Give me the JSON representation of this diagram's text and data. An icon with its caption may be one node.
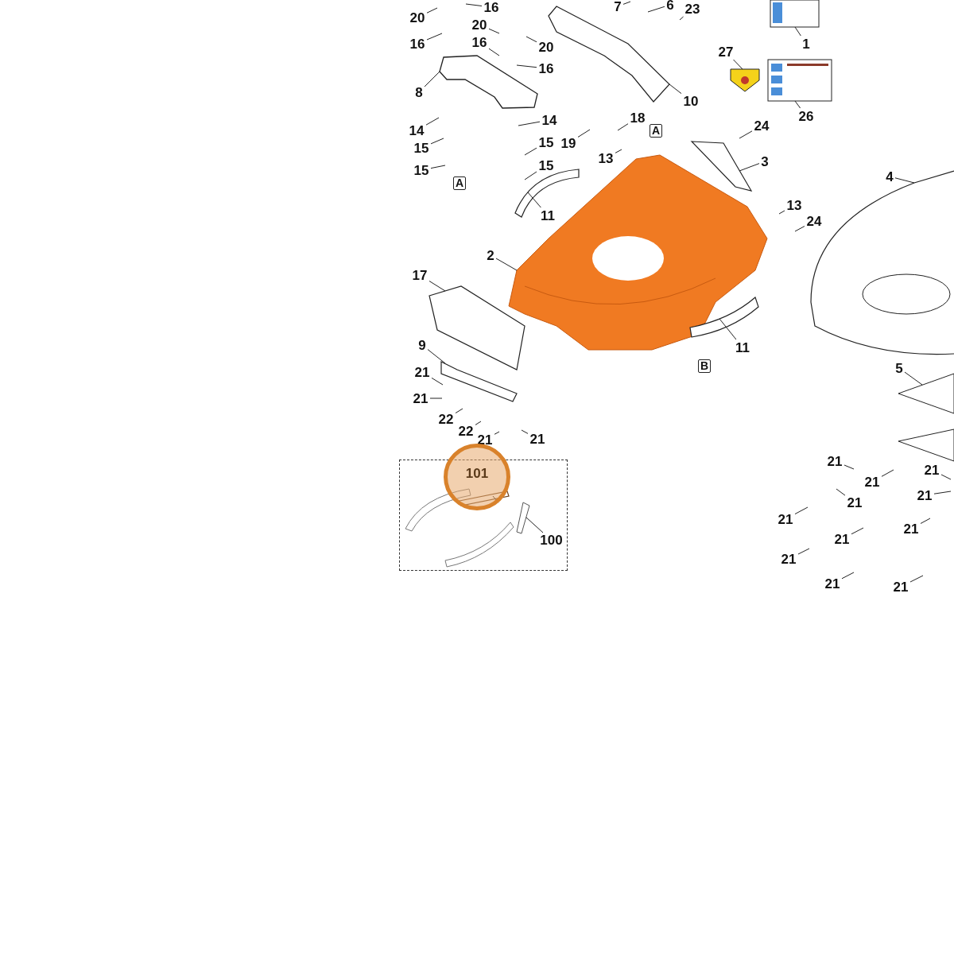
{
  "diagram": {
    "nodes": [
      {
        "text": [
          "20"
        ]
      },
      {
        "text": [
          "16"
        ]
      },
      {
        "text": [
          "7"
        ]
      },
      {
        "text": [
          "6"
        ]
      },
      {
        "text": [
          "23"
        ]
      },
      {
        "text": [
          "20"
        ]
      },
      {
        "text": [
          "16"
        ]
      },
      {
        "text": [
          "20"
        ]
      },
      {
        "text": [
          "16"
        ]
      },
      {
        "text": [
          "27"
        ]
      },
      {
        "text": [
          "1"
        ]
      },
      {
        "text": [
          "16"
        ]
      },
      {
        "text": [
          "8"
        ]
      },
      {
        "text": [
          "10"
        ]
      },
      {
        "text": [
          "26"
        ]
      },
      {
        "text": [
          "18"
        ]
      },
      {
        "text": [
          "14"
        ]
      },
      {
        "text": [
          "24"
        ]
      },
      {
        "text": [
          "A"
        ]
      },
      {
        "text": [
          "14"
        ]
      },
      {
        "text": [
          "15"
        ]
      },
      {
        "text": [
          "19"
        ]
      },
      {
        "text": [
          "15"
        ]
      },
      {
        "text": [
          "13"
        ]
      },
      {
        "text": [
          "3"
        ]
      },
      {
        "text": [
          "15"
        ]
      },
      {
        "text": [
          "15"
        ]
      },
      {
        "text": [
          "4"
        ]
      },
      {
        "text": [
          "A"
        ]
      },
      {
        "text": [
          "13"
        ]
      },
      {
        "text": [
          "11"
        ]
      },
      {
        "text": [
          "24"
        ]
      },
      {
        "text": [
          "2"
        ]
      },
      {
        "text": [
          "17"
        ]
      },
      {
        "text": [
          "9"
        ]
      },
      {
        "text": [
          "11"
        ]
      },
      {
        "text": [
          "B"
        ]
      },
      {
        "text": [
          "5"
        ]
      },
      {
        "text": [
          "21"
        ]
      },
      {
        "text": [
          "21"
        ]
      },
      {
        "text": [
          "22"
        ]
      },
      {
        "text": [
          "22"
        ]
      },
      {
        "text": [
          "21"
        ]
      },
      {
        "text": [
          "21"
        ]
      },
      {
        "text": [],
        "shape": "box"
      },
      {
        "text": [
          "101"
        ]
      },
      {
        "text": [
          "100"
        ],
        "in": 44
      },
      {
        "text": [
          "21"
        ]
      },
      {
        "text": [
          "21"
        ]
      },
      {
        "text": [
          "21"
        ]
      },
      {
        "text": [
          "21"
        ]
      },
      {
        "text": [
          "21"
        ]
      },
      {
        "text": [
          "21"
        ]
      },
      {
        "text": [
          "21"
        ]
      },
      {
        "text": [
          "21"
        ]
      },
      {
        "text": [
          "21"
        ]
      },
      {
        "text": [
          "21"
        ]
      },
      {
        "text": [
          "21"
        ]
      },
      {
        "text": [],
        "shape": "picture"
      },
      {
        "text": [],
        "shape": "picture"
      },
      {
        "text": [],
        "shape": "picture"
      },
      {
        "text": [],
        "shape": "picture"
      },
      {
        "text": [],
        "shape": "picture"
      },
      {
        "text": [],
        "shape": "picture"
      },
      {
        "text": [],
        "shape": "picture"
      },
      {
        "text": [],
        "shape": "picture"
      },
      {
        "text": [],
        "shape": "picture"
      },
      {
        "text": [],
        "shape": "picture"
      },
      {
        "text": [],
        "shape": "picture"
      },
      {
        "text": [],
        "shape": "picture"
      },
      {
        "text": [],
        "shape": "picture"
      },
      {
        "text": [],
        "shape": "picture"
      },
      {
        "text": [],
        "shape": "picture",
        "in": 44
      }
    ],
    "edges": [
      {
        "from": 0,
        "to": null,
        "arrow": "none"
      },
      {
        "from": 1,
        "to": null,
        "arrow": "none"
      },
      {
        "from": 2,
        "to": null,
        "arrow": "none"
      },
      {
        "from": 3,
        "to": null,
        "arrow": "none"
      },
      {
        "from": 4,
        "to": null,
        "arrow": "none"
      },
      {
        "from": 5,
        "to": null,
        "arrow": "none"
      },
      {
        "from": 6,
        "to": null,
        "arrow": "none"
      },
      {
        "from": 7,
        "to": null,
        "arrow": "none"
      },
      {
        "from": 8,
        "to": null,
        "arrow": "none"
      },
      {
        "from": 9,
        "to": 58,
        "arrow": "none"
      },
      {
        "from": 10,
        "to": 59,
        "arrow": "none"
      },
      {
        "from": 11,
        "to": null,
        "arrow": "none"
      },
      {
        "from": 12,
        "to": 61,
        "arrow": "none"
      },
      {
        "from": 13,
        "to": 62,
        "arrow": "none"
      },
      {
        "from": 14,
        "to": 60,
        "arrow": "none"
      },
      {
        "from": 15,
        "to": null,
        "arrow": "none"
      },
      {
        "from": 16,
        "to": null,
        "arrow": "none"
      },
      {
        "from": 17,
        "to": null,
        "arrow": "none"
      },
      {
        "from": 19,
        "to": null,
        "arrow": "none"
      },
      {
        "from": 20,
        "to": null,
        "arrow": "none"
      },
      {
        "from": 21,
        "to": null,
        "arrow": "none"
      },
      {
        "from": 22,
        "to": null,
        "arrow": "none"
      },
      {
        "from": 23,
        "to": null,
        "arrow": "none"
      },
      {
        "from": 24,
        "to": 64,
        "arrow": "none"
      },
      {
        "from": 25,
        "to": null,
        "arrow": "none"
      },
      {
        "from": 26,
        "to": null,
        "arrow": "none"
      },
      {
        "from": 27,
        "to": 65,
        "arrow": "none"
      },
      {
        "from": 29,
        "to": null,
        "arrow": "none"
      },
      {
        "from": 30,
        "to": 66,
        "arrow": "none"
      },
      {
        "from": 31,
        "to": null,
        "arrow": "none"
      },
      {
        "from": 32,
        "to": 63,
        "arrow": "none"
      },
      {
        "from": 33,
        "to": 67,
        "arrow": "none"
      },
      {
        "from": 34,
        "to": 68,
        "arrow": "none"
      },
      {
        "from": 35,
        "to": 69,
        "arrow": "none"
      },
      {
        "from": 37,
        "to": 70,
        "arrow": "none"
      },
      {
        "from": 38,
        "to": null,
        "arrow": "none"
      },
      {
        "from": 39,
        "to": null,
        "arrow": "none"
      },
      {
        "from": 40,
        "to": null,
        "arrow": "none"
      },
      {
        "from": 41,
        "to": null,
        "arrow": "none"
      },
      {
        "from": 42,
        "to": null,
        "arrow": "none"
      },
      {
        "from": 43,
        "to": null,
        "arrow": "none"
      },
      {
        "from": 45,
        "to": 71,
        "arrow": "none"
      },
      {
        "from": 46,
        "to": 72,
        "arrow": "none"
      },
      {
        "from": 47,
        "to": null,
        "arrow": "none"
      },
      {
        "from": 48,
        "to": null,
        "arrow": "none"
      },
      {
        "from": 49,
        "to": null,
        "arrow": "none"
      },
      {
        "from": 50,
        "to": null,
        "arrow": "none"
      },
      {
        "from": 51,
        "to": null,
        "arrow": "none"
      },
      {
        "from": 52,
        "to": null,
        "arrow": "none"
      },
      {
        "from": 53,
        "to": null,
        "arrow": "none"
      },
      {
        "from": 54,
        "to": null,
        "arrow": "none"
      },
      {
        "from": 55,
        "to": null,
        "arrow": "none"
      },
      {
        "from": 56,
        "to": null,
        "arrow": "none"
      },
      {
        "from": 57,
        "to": null,
        "arrow": "none"
      }
    ]
  }
}
